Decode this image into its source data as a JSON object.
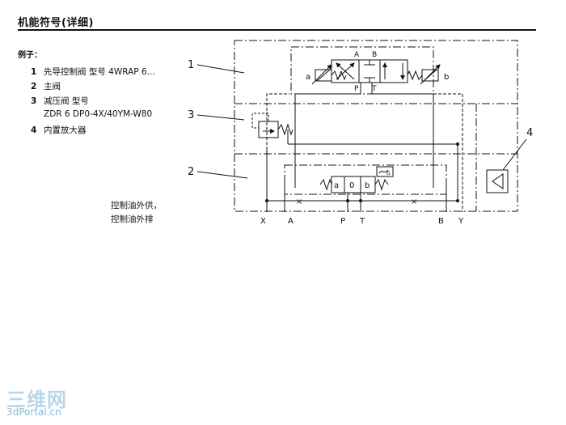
{
  "page": {
    "title": "机能符号(详细)"
  },
  "legend": {
    "heading": "例子：",
    "items": [
      {
        "num": "1",
        "text": "先导控制阀 型号 4WRAP 6..."
      },
      {
        "num": "2",
        "text": "主阀"
      },
      {
        "num": "3",
        "text": "减压阀 型号"
      },
      {
        "num": "",
        "text": "ZDR 6 DP0-4X/40YM-W80"
      },
      {
        "num": "4",
        "text": "内置放大器"
      }
    ]
  },
  "notes": [
    "控制油外供，",
    "控制油外排"
  ],
  "callouts": {
    "c1": "1",
    "c2": "2",
    "c3": "3",
    "c4": "4"
  },
  "pilot_valve": {
    "port_a": "A",
    "port_b": "B",
    "port_p": "P",
    "port_t": "T",
    "sol_a": "a",
    "sol_b": "b"
  },
  "main_valve": {
    "pos_a": "a",
    "pos_0": "0",
    "pos_b": "b",
    "sensor": "G"
  },
  "ports": {
    "x": "X",
    "a": "A",
    "p": "P",
    "t": "T",
    "b": "B",
    "y": "Y"
  },
  "watermark": {
    "logo": "三维网",
    "url": "3dPortal.cn"
  }
}
